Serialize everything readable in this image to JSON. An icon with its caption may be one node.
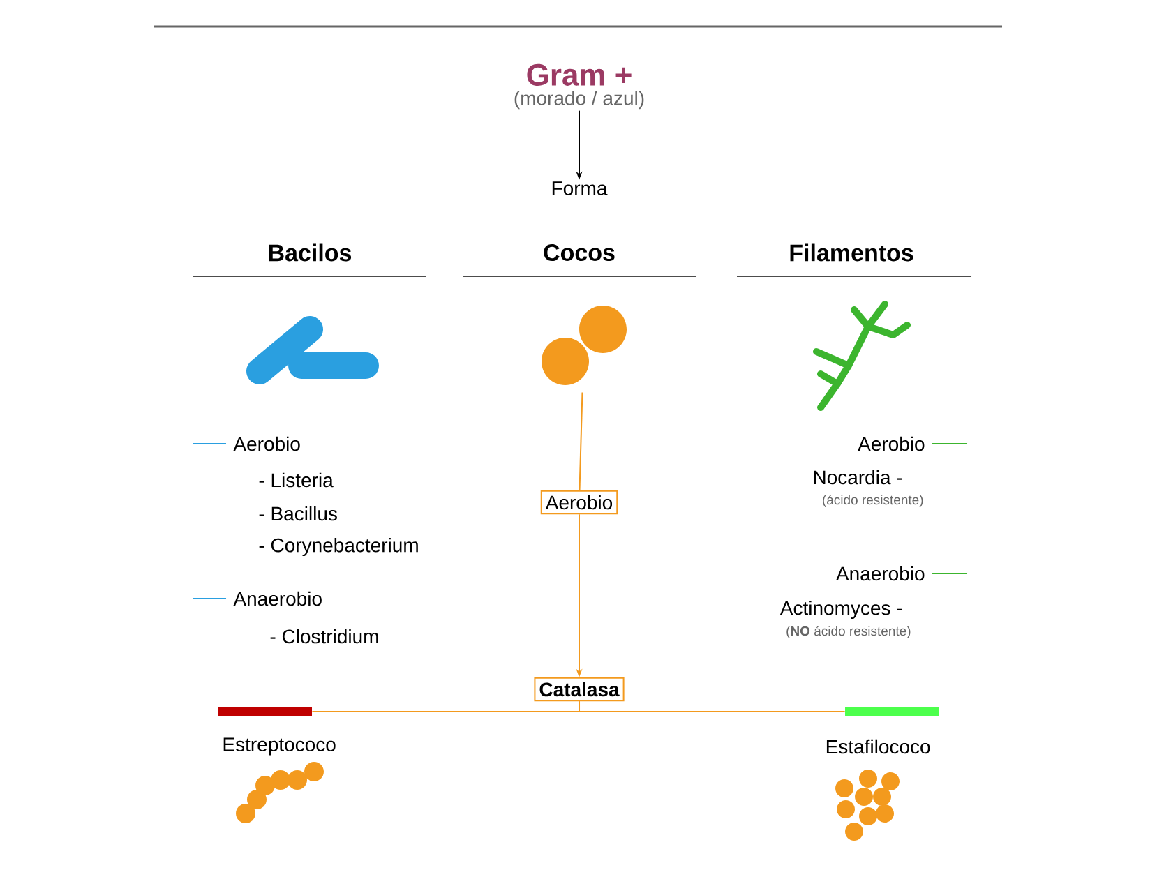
{
  "diagram": {
    "nodes": [
      {
        "text": [
          "Gram +",
          "(morado / azul)"
        ]
      },
      {
        "text": [
          "Forma"
        ]
      },
      {
        "text": [],
        "shape": "picture"
      },
      {
        "text": [
          "Aerobio"
        ]
      },
      {
        "text": [
          "Catalasa"
        ]
      },
      {
        "text": [],
        "shape": "bar"
      },
      {
        "text": [],
        "shape": "bar"
      }
    ],
    "edges": [
      {
        "from": 0,
        "to": 1,
        "arrow": "to",
        "color": "#000000"
      },
      {
        "from": 2,
        "to": 3,
        "arrow": "none"
      },
      {
        "from": 3,
        "to": 4,
        "arrow": "to"
      },
      {
        "from": 4,
        "to": 5,
        "arrow": "none"
      },
      {
        "from": 4,
        "to": 6,
        "arrow": "none"
      }
    ],
    "labels": [
      "Bacilos",
      "Cocos",
      "Filamentos",
      "Aerobio",
      "- Listeria",
      "- Bacillus",
      "- Corynebacterium",
      "Anaerobio",
      "- Clostridium",
      "Aerobio",
      "Nocardia -",
      "(ácido resistente)",
      "Anaerobio",
      "Actinomyces -",
      "(**NO** ácido resistente)",
      "Estreptococo",
      "Estafilococo"
    ]
  }
}
